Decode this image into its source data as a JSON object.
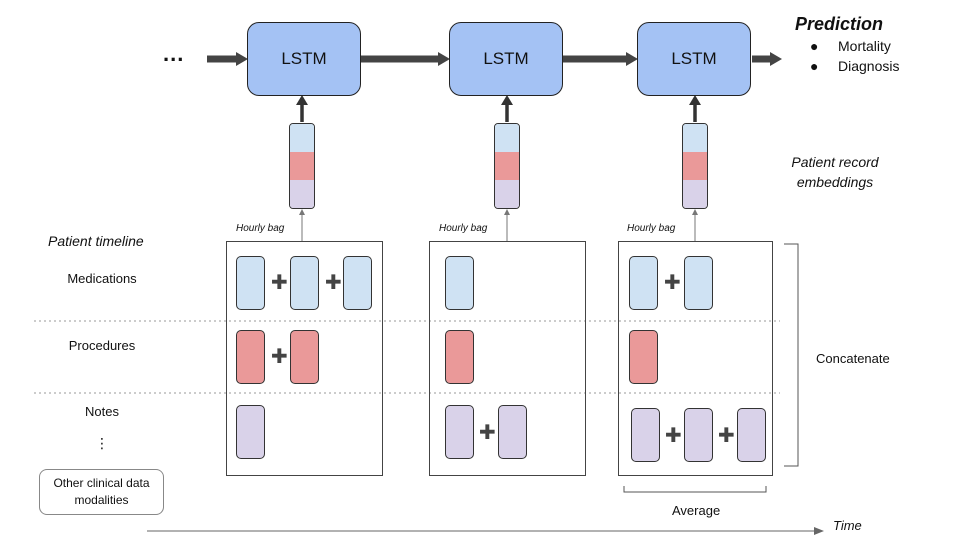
{
  "leading_ellipsis": "...",
  "lstm_label": "LSTM",
  "prediction": {
    "title": "Prediction",
    "items": [
      "Mortality",
      "Diagnosis"
    ]
  },
  "embeddings_label": [
    "Patient record",
    "embeddings"
  ],
  "timeline_title": "Patient timeline",
  "hourly_bag_label": "Hourly bag",
  "rows": {
    "medications": "Medications",
    "procedures": "Procedures",
    "notes": "Notes",
    "vertical_dots": "⋮",
    "other": [
      "Other clinical data",
      "modalities"
    ]
  },
  "concatenate_label": "Concatenate",
  "average_label": "Average",
  "time_label": "Time",
  "colors": {
    "lstm": "#a4c2f4",
    "medication": "#cfe2f3",
    "procedure": "#ea9999",
    "note": "#d9d2e9"
  },
  "bags": [
    {
      "medications": 3,
      "procedures": 2,
      "notes": 1
    },
    {
      "medications": 1,
      "procedures": 1,
      "notes": 2
    },
    {
      "medications": 2,
      "procedures": 1,
      "notes": 3
    }
  ]
}
